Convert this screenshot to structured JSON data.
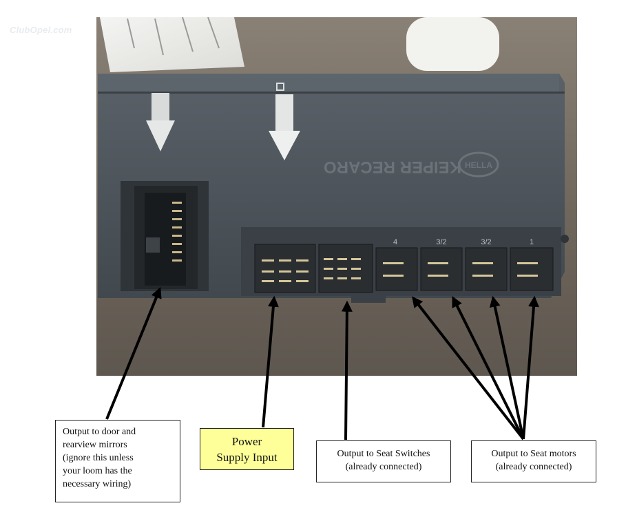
{
  "watermark": {
    "text": "ClubOpel.com"
  },
  "device": {
    "brand_text": "KEIPER RECARO",
    "maker_logo_text": "HELLA",
    "connector_numbers": [
      "4",
      "3/2",
      "3/2",
      "1"
    ]
  },
  "callouts": {
    "mirrors": {
      "lines": [
        "Output to door and",
        "rearview mirrors",
        "(ignore this unless",
        "your loom has the",
        "necessary wiring)"
      ]
    },
    "power": {
      "lines": [
        "Power",
        "Supply Input"
      ],
      "background": "#ffff99"
    },
    "switches": {
      "lines": [
        "Output to Seat Switches",
        "(already connected)"
      ]
    },
    "motors": {
      "lines": [
        "Output to Seat motors",
        "(already connected)"
      ]
    }
  },
  "colors": {
    "arrow": "#000000",
    "housing": "#4a5157",
    "tabletop": "#6b6258"
  }
}
